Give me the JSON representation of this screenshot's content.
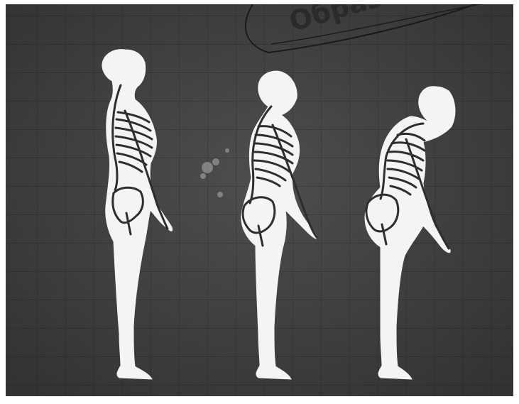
{
  "image": {
    "background_color": "#4e4e4e",
    "grid_color": "#3a3a3a",
    "figure_color": "#f4f4f4",
    "skeleton_color": "#2e2e2e",
    "frame_color": "#ffffff"
  },
  "stamp": {
    "text": "Образ"
  },
  "figures": [
    {
      "name": "upright-posture"
    },
    {
      "name": "mild-kyphosis-posture"
    },
    {
      "name": "severe-kyphosis-posture"
    }
  ]
}
